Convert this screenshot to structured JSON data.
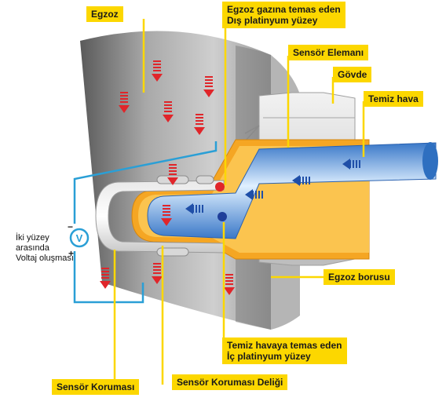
{
  "labels": {
    "egzoz": "Egzoz",
    "dis_platin_1": "Egzoz gazına temas eden",
    "dis_platin_2": "Dış platinyum yüzey",
    "sensor_elemani": "Sensör Elemanı",
    "govde": "Gövde",
    "temiz_hava": "Temiz hava",
    "egzoz_borusu": "Egzoz borusu",
    "ic_platin_1": "Temiz havaya temas eden",
    "ic_platin_2": "İç platinyum yüzey",
    "sensor_korumasi": "Sensör Koruması",
    "sensor_korumasi_deligi": "Sensör Koruması Deliği"
  },
  "voltage_note": [
    "İki yüzey",
    "arasında",
    "Voltaj oluşması"
  ],
  "meter_symbol": "V",
  "minus_sign": "−",
  "plus_sign": "+",
  "colors": {
    "label_fill": "#fcd700",
    "leader_line": "#fcd700",
    "wire": "#2a9fd6",
    "exhaust_arrow": "#e0252a",
    "air_arrow": "#1f4fa8",
    "ceramic": "#f6b93b",
    "metal_light": "#e3e3e3",
    "metal_dark": "#8c8c8c"
  }
}
